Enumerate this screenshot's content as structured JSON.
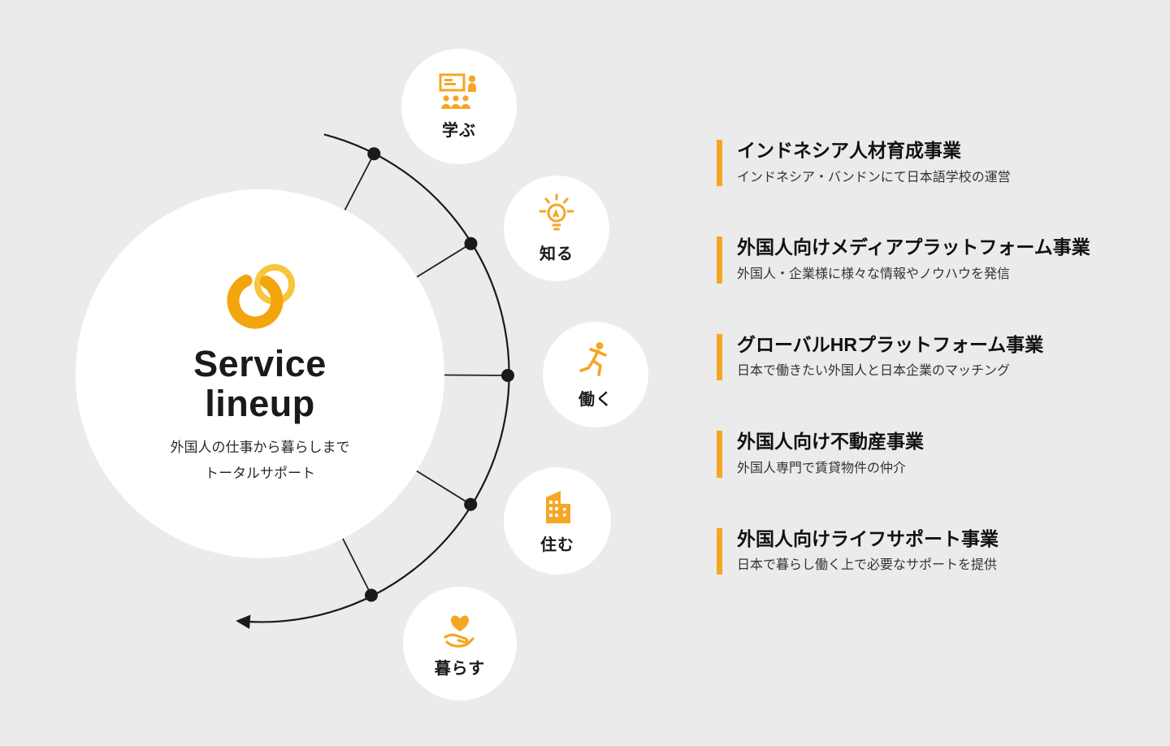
{
  "colors": {
    "background": "#EBEBEB",
    "accent": "#F5A623",
    "accent_light": "#F8C63C",
    "ink": "#1A1A1A"
  },
  "center": {
    "title_line1": "Service",
    "title_line2": "lineup",
    "subtitle_line1": "外国人の仕事から暮らしまで",
    "subtitle_line2": "トータルサポート",
    "logo_icon": "brand-sun-logo-icon"
  },
  "nodes": [
    {
      "label": "学ぶ",
      "icon": "classroom-icon"
    },
    {
      "label": "知る",
      "icon": "lightbulb-icon"
    },
    {
      "label": "働く",
      "icon": "running-person-icon"
    },
    {
      "label": "住む",
      "icon": "building-icon"
    },
    {
      "label": "暮らす",
      "icon": "hand-heart-icon"
    }
  ],
  "services": [
    {
      "title": "インドネシア人材育成事業",
      "description": "インドネシア・バンドンにて日本語学校の運営"
    },
    {
      "title": "外国人向けメディアプラットフォーム事業",
      "description": "外国人・企業様に様々な情報やノウハウを発信"
    },
    {
      "title": "グローバルHRプラットフォーム事業",
      "description": "日本で働きたい外国人と日本企業のマッチング"
    },
    {
      "title": "外国人向け不動産事業",
      "description": "外国人専門で賃貸物件の仲介"
    },
    {
      "title": "外国人向けライフサポート事業",
      "description": "日本で暮らし働く上で必要なサポートを提供"
    }
  ]
}
